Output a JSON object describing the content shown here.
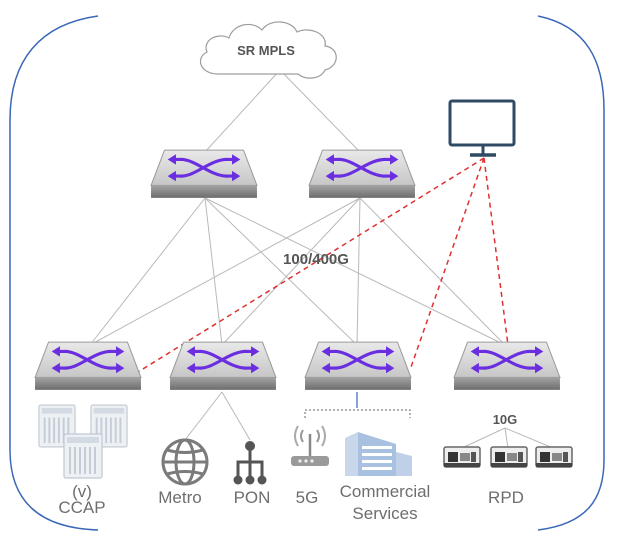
{
  "cloud": {
    "label": "SR MPLS"
  },
  "link_speed": {
    "label": "100/400G"
  },
  "rpd_speed": {
    "label": "10G"
  },
  "labels": {
    "ccap_line1": "(v)",
    "ccap_line2": "CCAP",
    "metro": "Metro",
    "pon": "PON",
    "fiveg": "5G",
    "commercial_line1": "Commercial",
    "commercial_line2": "Services",
    "rpd": "RPD"
  },
  "colors": {
    "frame": "#3a67b8",
    "link": "#b9b9b9",
    "management_link": "#e03030",
    "switch_arrow": "#6a2ee0",
    "monitor": "#2f4a63",
    "icon_gray": "#7b7b7b",
    "icon_light": "#c4cedb",
    "building": "#a9c1e0"
  },
  "icons": [
    "cloud-icon",
    "switch-icon",
    "monitor-icon",
    "globe-icon",
    "pon-tree-icon",
    "antenna-router-icon",
    "building-icon",
    "rpd-device-icon",
    "ccap-chassis-icon"
  ]
}
